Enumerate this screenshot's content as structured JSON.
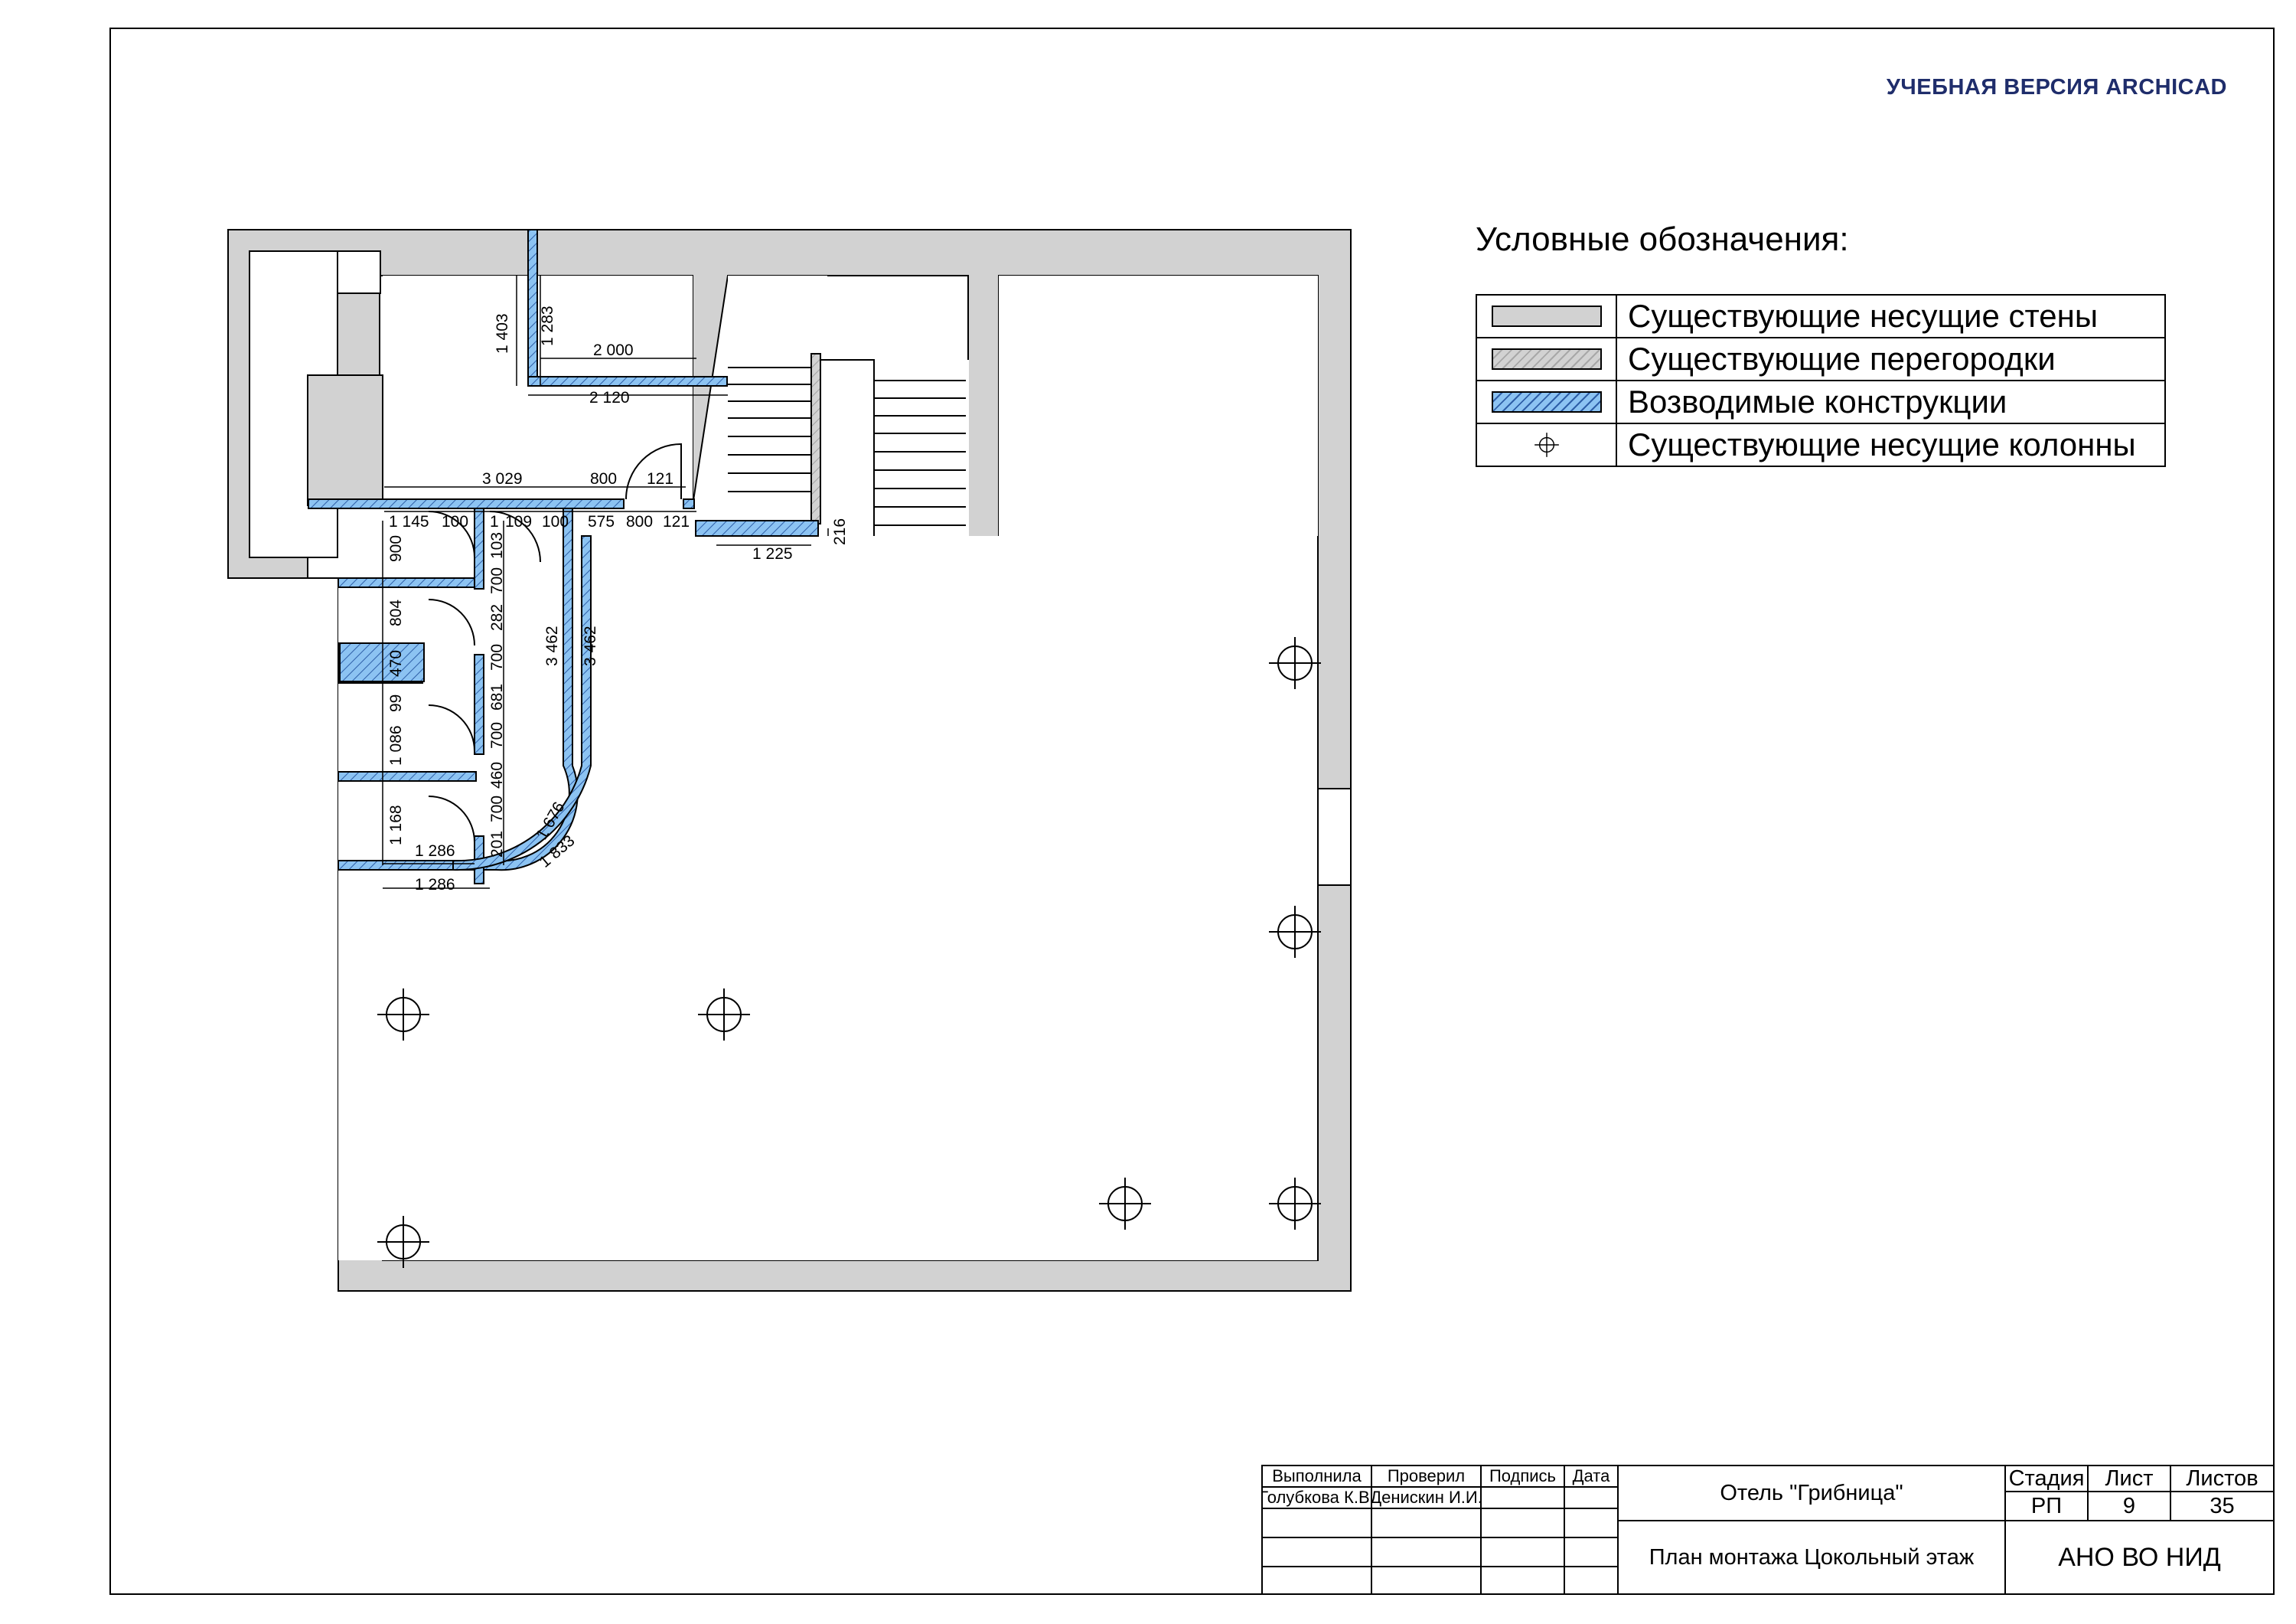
{
  "watermark": "УЧЕБНАЯ ВЕРСИЯ ARCHICAD",
  "legend": {
    "title": "Условные обозначения:",
    "items": [
      {
        "icon": "grey-wall-swatch",
        "label": "Существующие несущие стены"
      },
      {
        "icon": "hatched-grey-swatch",
        "label": "Существующие перегородки"
      },
      {
        "icon": "hatched-blue-swatch",
        "label": "Возводимые конструкции"
      },
      {
        "icon": "column-symbol-icon",
        "label": "Существующие несущие колонны"
      }
    ]
  },
  "colors": {
    "wall": "#d2d2d2",
    "new_construction": "#8cc3f2",
    "new_hatch": "#2e5fa8",
    "watermark": "#1f2d6b"
  },
  "dimensions": {
    "d1403": "1 403",
    "d1283": "1 283",
    "d2000": "2 000",
    "d2120": "2 120",
    "d3029": "3 029",
    "d800a": "800",
    "d121a": "121",
    "d1145": "1 145",
    "d100a": "100",
    "d1a": "1",
    "d109": "109",
    "d100b": "100",
    "d575": "575",
    "d800b": "800",
    "d121b": "121",
    "d1225": "1 225",
    "d216": "216",
    "d900": "900",
    "d804": "804",
    "d470": "470",
    "d99": "99",
    "d1086": "1 086",
    "d1168": "1 168",
    "d103": "103",
    "d700a": "700",
    "d282": "282",
    "d700b": "700",
    "d681": "681",
    "d700c": "700",
    "d460": "460",
    "d700d": "700",
    "d201": "201",
    "d3462a": "3 462",
    "d3462b": "3 462",
    "d1676": "1 676",
    "d1833": "1 833",
    "d1286a": "1 286",
    "d1286b": "1 286"
  },
  "stamp": {
    "col_done": "Выполнила",
    "col_checked": "Проверил",
    "col_sign": "Подпись",
    "col_date": "Дата",
    "author": "Голубкова К.В.",
    "checker": "Денискин И.И.",
    "project": "Отель \"Грибница\"",
    "sheet_title": "План монтажа Цокольный этаж",
    "stage_label": "Стадия",
    "sheet_label": "Лист",
    "sheets_label": "Листов",
    "stage": "РП",
    "sheet": "9",
    "sheets": "35",
    "org": "АНО ВО НИД"
  }
}
